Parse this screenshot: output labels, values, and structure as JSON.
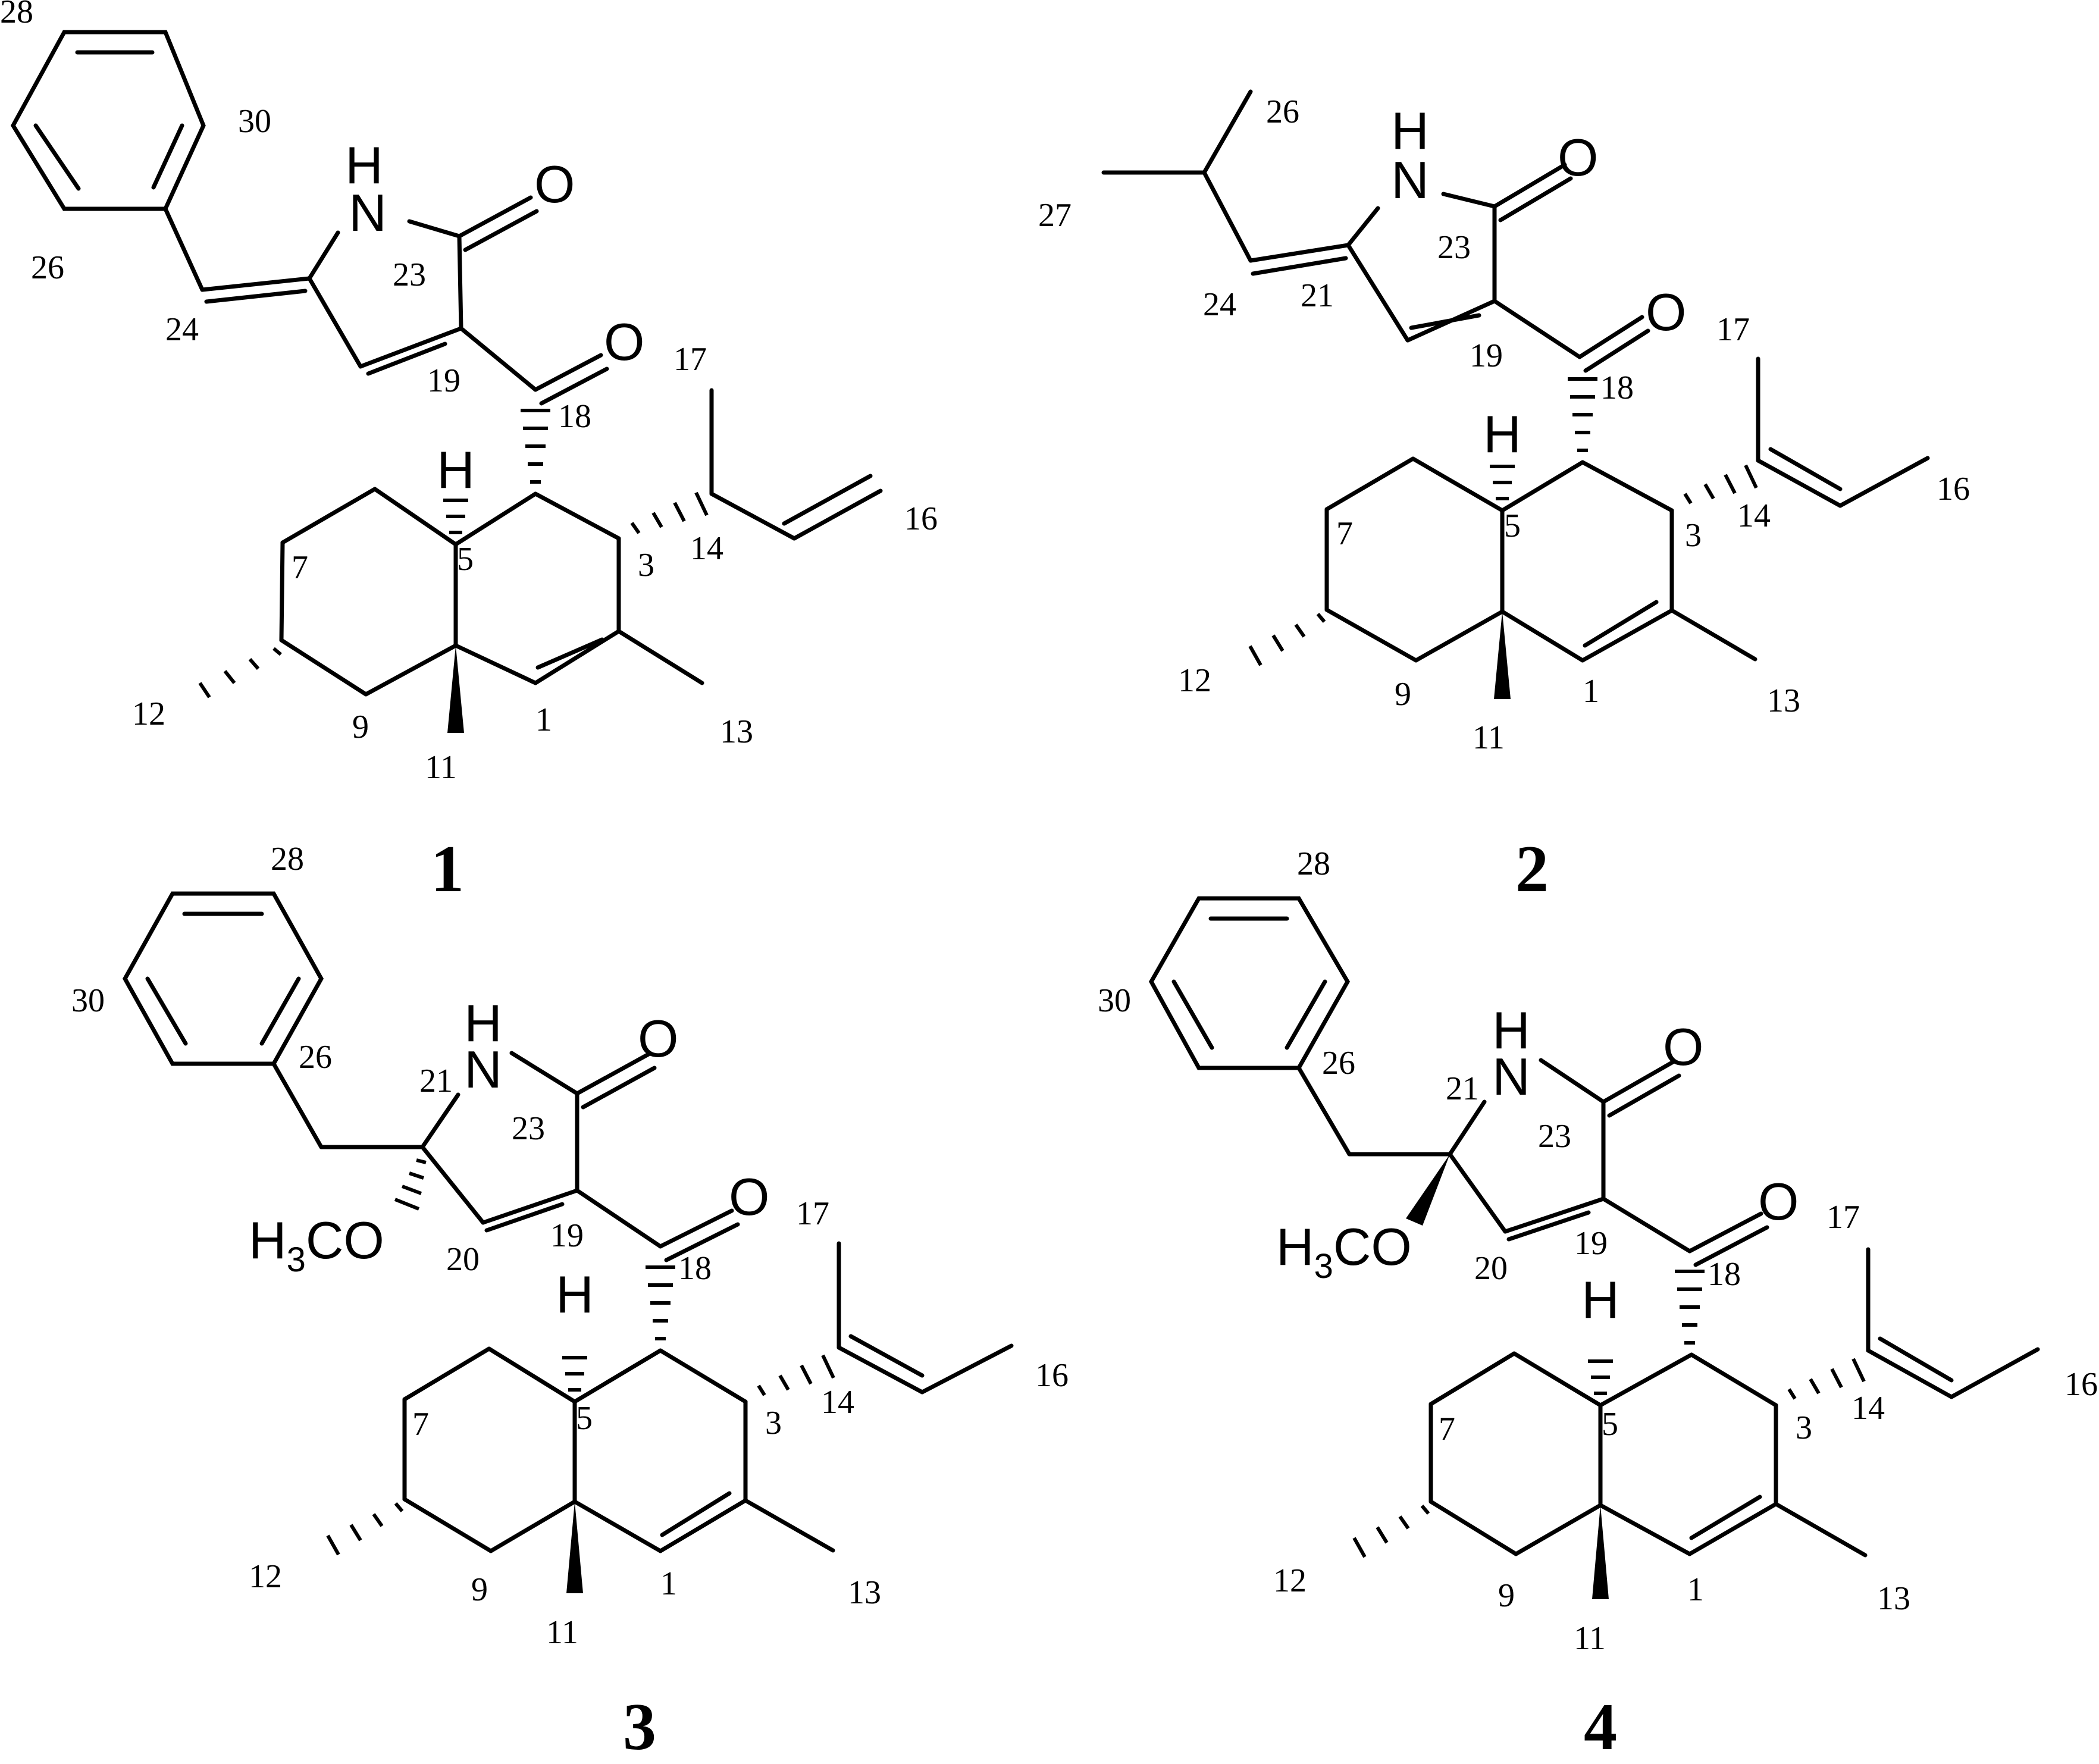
{
  "compounds": [
    {
      "id": "1",
      "atoms": {
        "nh_n": "N",
        "nh_h": "H",
        "o_lactam": "O",
        "o_ketone": "O",
        "h5": "H"
      },
      "labels": [
        "28",
        "30",
        "26",
        "24",
        "23",
        "19",
        "18",
        "17",
        "16",
        "14",
        "3",
        "5",
        "7",
        "12",
        "9",
        "11",
        "1",
        "13"
      ]
    },
    {
      "id": "2",
      "atoms": {
        "nh_n": "N",
        "nh_h": "H",
        "o_lactam": "O",
        "o_ketone": "O",
        "h5": "H"
      },
      "labels": [
        "26",
        "27",
        "24",
        "21",
        "23",
        "19",
        "18",
        "17",
        "16",
        "14",
        "3",
        "5",
        "7",
        "12",
        "9",
        "11",
        "1",
        "13"
      ]
    },
    {
      "id": "3",
      "atoms": {
        "nh_n": "N",
        "nh_h": "H",
        "o_lactam": "O",
        "o_ketone": "O",
        "h5": "H",
        "ome_h": "H",
        "ome_sub": "3",
        "ome_co": "CO"
      },
      "labels": [
        "28",
        "30",
        "26",
        "21",
        "23",
        "19",
        "20",
        "18",
        "17",
        "16",
        "14",
        "3",
        "5",
        "7",
        "12",
        "9",
        "11",
        "1",
        "13"
      ]
    },
    {
      "id": "4",
      "atoms": {
        "nh_n": "N",
        "nh_h": "H",
        "o_lactam": "O",
        "o_ketone": "O",
        "h5": "H",
        "ome_h": "H",
        "ome_sub": "3",
        "ome_co": "CO"
      },
      "labels": [
        "28",
        "30",
        "26",
        "21",
        "23",
        "19",
        "20",
        "18",
        "17",
        "16",
        "14",
        "3",
        "5",
        "7",
        "12",
        "9",
        "11",
        "1",
        "13"
      ]
    }
  ]
}
